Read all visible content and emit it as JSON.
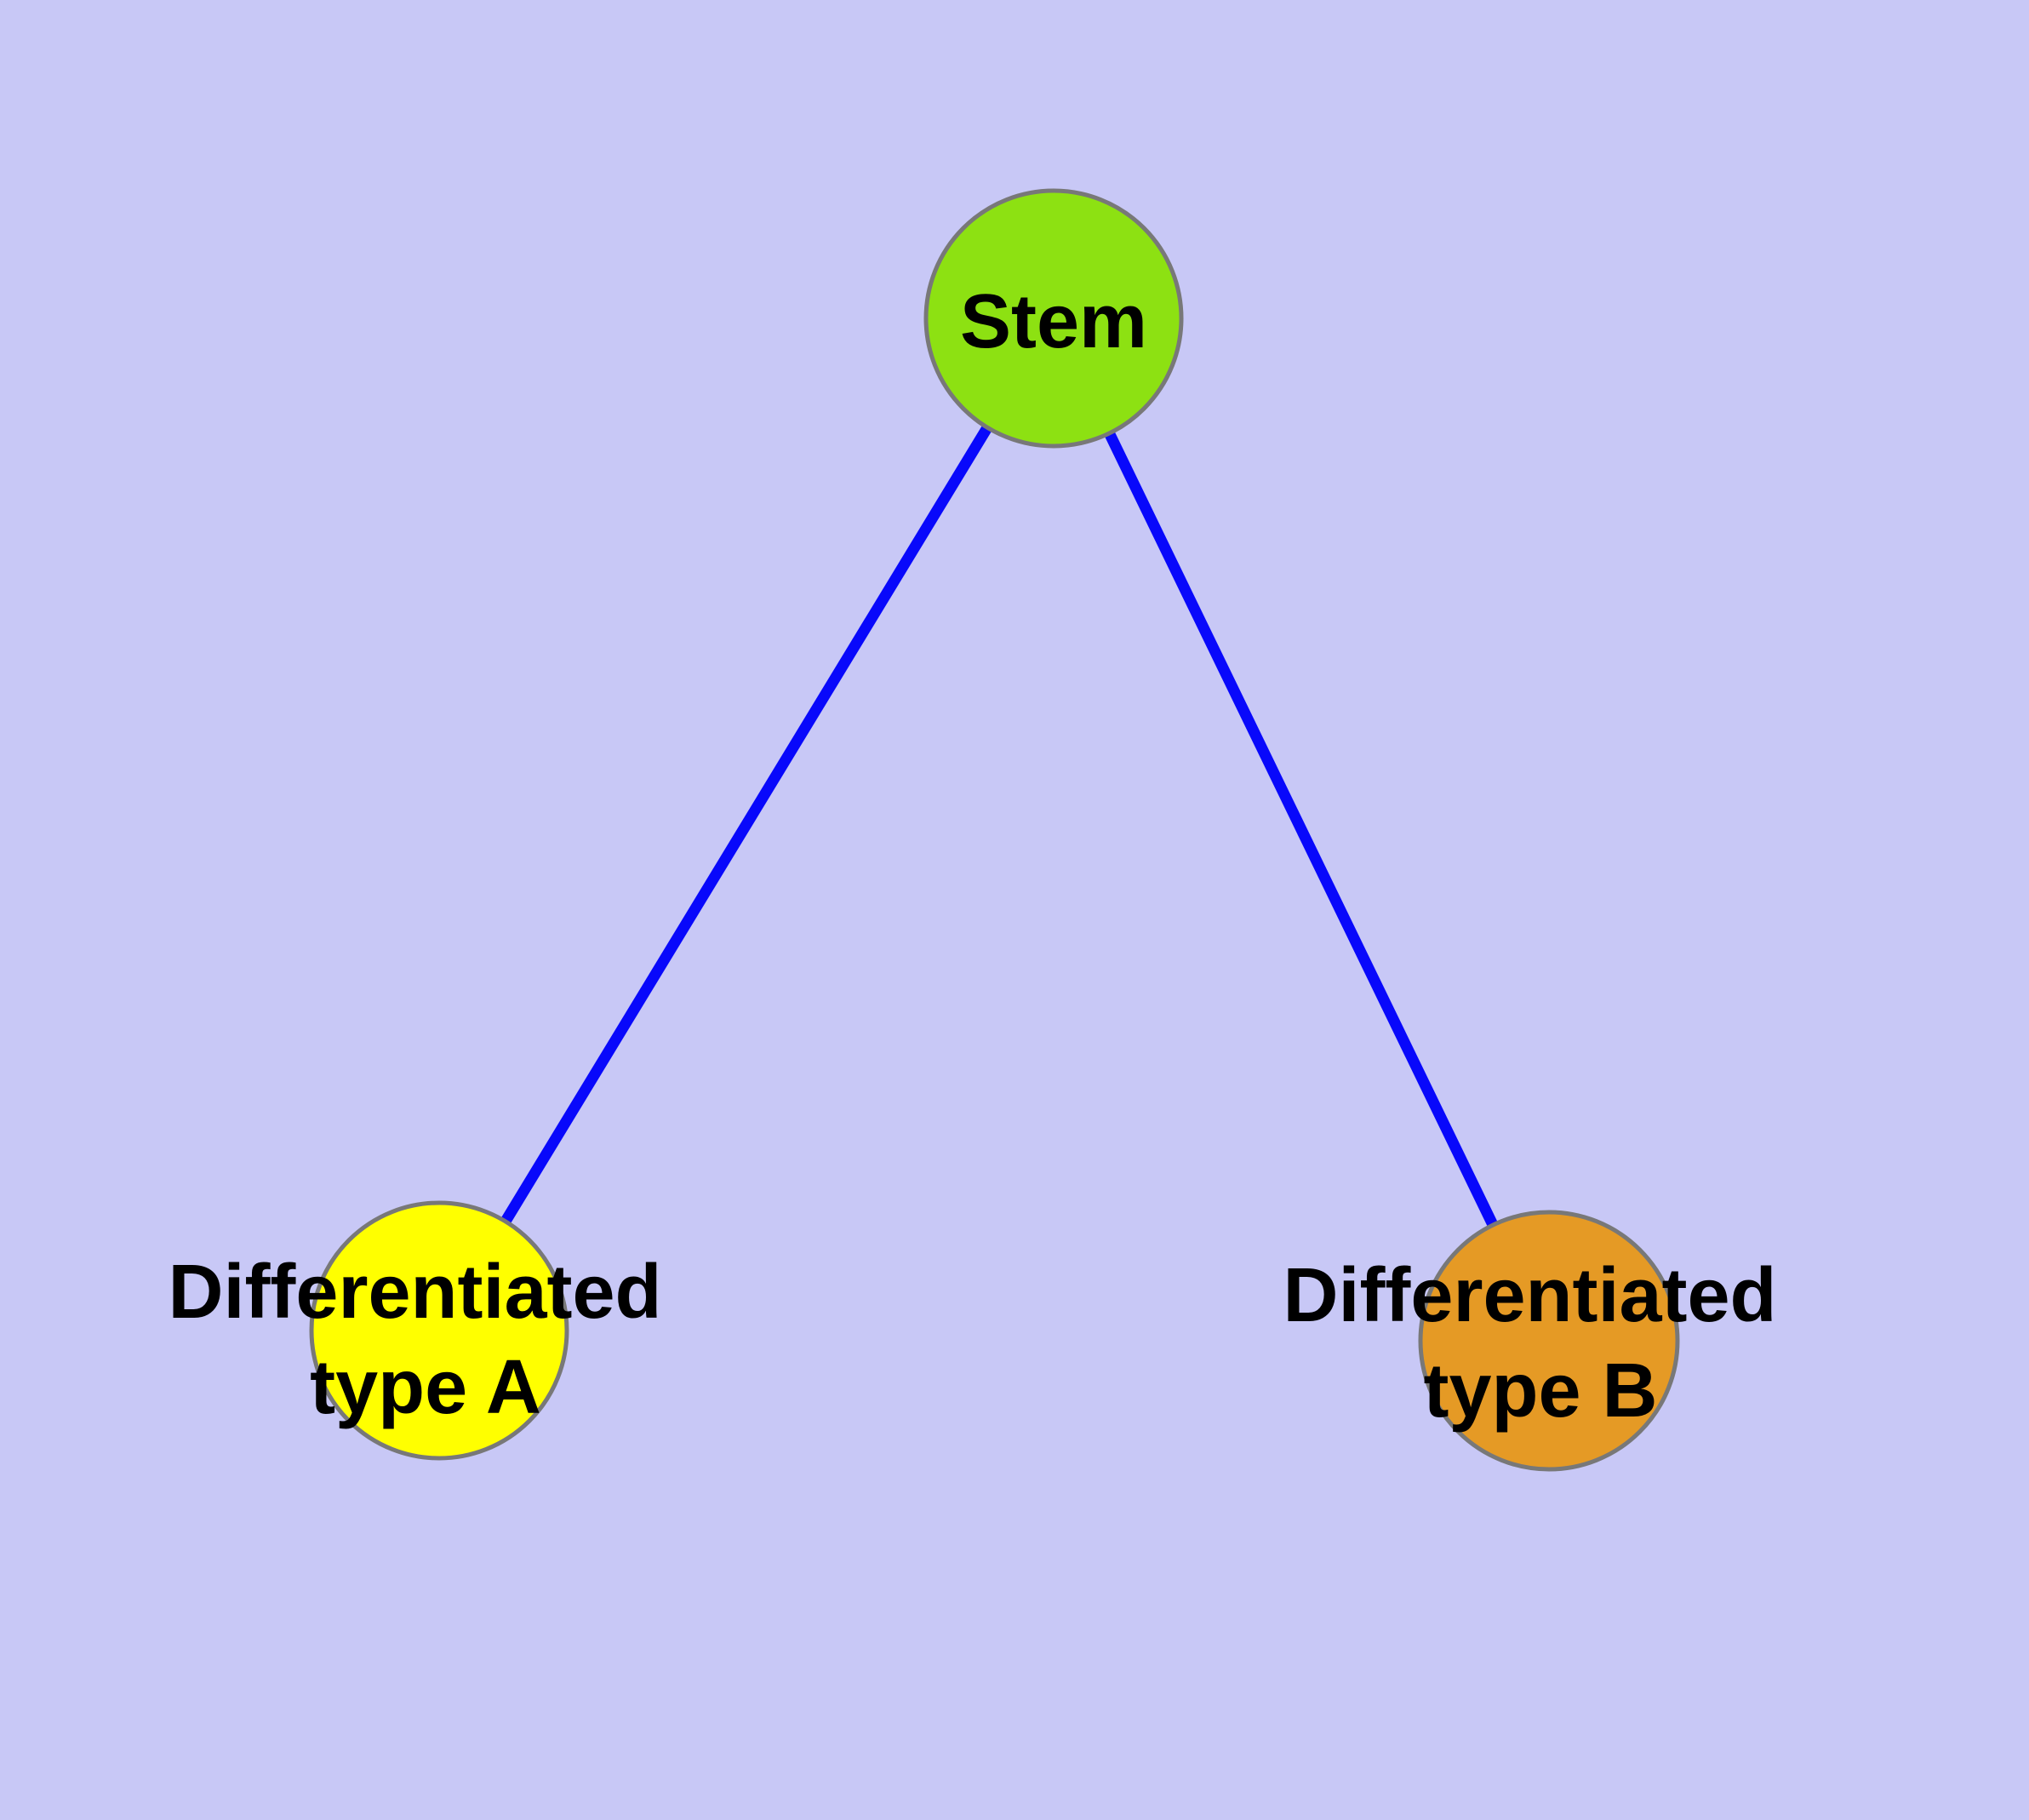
{
  "diagram": {
    "type": "node-link-graph",
    "background_color": "#c8c8f6",
    "edge_color": "#0808fb",
    "node_border_color": "#787878",
    "label_color": "#000000",
    "nodes": [
      {
        "id": "stem",
        "label": "Stem",
        "fill": "#8de112"
      },
      {
        "id": "differentiated-type-a",
        "label_line1": "Differentiated",
        "label_line2": "type A",
        "fill": "#ffff00"
      },
      {
        "id": "differentiated-type-b",
        "label_line1": "Differentiated",
        "label_line2": "type B",
        "fill": "#e59a25"
      }
    ],
    "edges": [
      {
        "from": "stem",
        "to": "differentiated-type-a"
      },
      {
        "from": "stem",
        "to": "differentiated-type-b"
      }
    ]
  }
}
